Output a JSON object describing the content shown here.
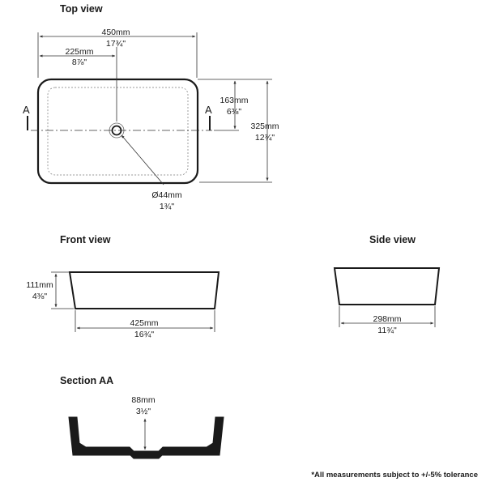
{
  "headings": {
    "top_view": "Top view",
    "front_view": "Front view",
    "side_view": "Side view",
    "section_aa": "Section AA"
  },
  "top_view": {
    "overall_length_mm": "450mm",
    "overall_length_in": "17¾\"",
    "half_length_mm": "225mm",
    "half_length_in": "8⅞\"",
    "half_width_mm": "163mm",
    "half_width_in": "6⅜\"",
    "overall_width_mm": "325mm",
    "overall_width_in": "12¾\"",
    "drain_diameter_mm": "Ø44mm",
    "drain_diameter_in": "1¾\"",
    "section_marker_left": "A",
    "section_marker_right": "A"
  },
  "front_view": {
    "height_mm": "111mm",
    "height_in": "4⅜\"",
    "base_length_mm": "425mm",
    "base_length_in": "16¾\""
  },
  "side_view": {
    "base_width_mm": "298mm",
    "base_width_in": "11¾\""
  },
  "section_aa": {
    "wall_mm": "88mm",
    "wall_in": "3½\""
  },
  "footnote": "*All measurements subject to +/-5% tolerance"
}
